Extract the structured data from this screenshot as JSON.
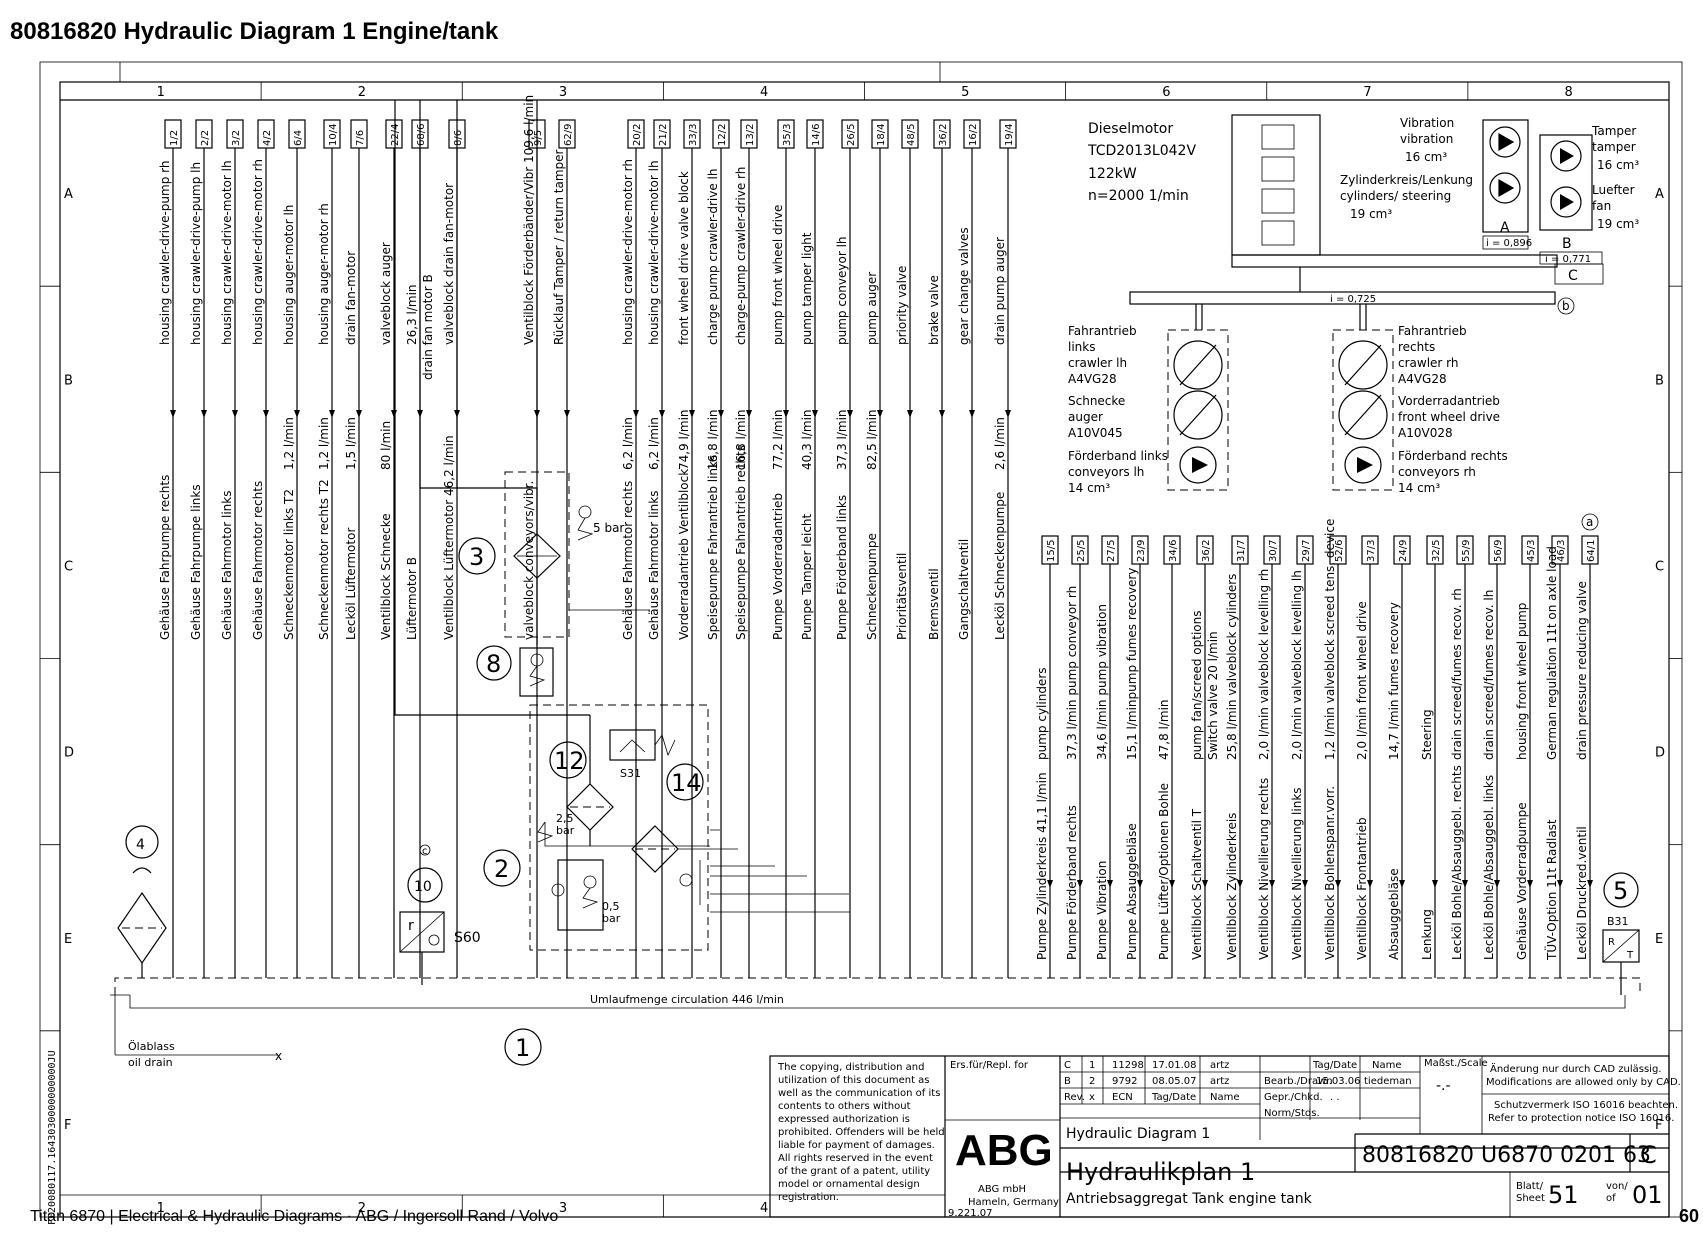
{
  "title": "80816820  Hydraulic Diagram 1 Engine/tank",
  "footer": {
    "text": "Titan 6870  |  Electrical & Hydraulic Diagrams  ·  ABG / Ingersoll Rand / Volvo",
    "page": "60"
  },
  "frame": {
    "columns": [
      "1",
      "2",
      "3",
      "4",
      "5",
      "6",
      "7",
      "8"
    ],
    "rows": [
      "A",
      "B",
      "C",
      "D",
      "E",
      "F"
    ],
    "side_code": "FF20080117.1643030000000000JU"
  },
  "top_lines": [
    {
      "ref": "1/2",
      "upper": "housing crawler-drive-pump rh",
      "lower": "Gehäuse Fahrpumpe rechts"
    },
    {
      "ref": "2/2",
      "upper": "housing crawler-drive-pump lh",
      "lower": "Gehäuse Fahrpumpe links"
    },
    {
      "ref": "3/2",
      "upper": "housing crawler-drive-motor lh",
      "lower": "Gehäuse Fahrmotor links"
    },
    {
      "ref": "4/2",
      "upper": "housing crawler-drive-motor rh",
      "lower": "Gehäuse Fahrmotor rechts"
    },
    {
      "ref": "6/4",
      "upper": "housing auger-motor lh",
      "lower": "Schneckenmotor links T2",
      "flow": "1,2 l/min"
    },
    {
      "ref": "10/4",
      "upper": "housing auger-motor rh",
      "lower": "Schneckenmotor rechts  T2",
      "flow": "1,2 l/min"
    },
    {
      "ref": "7/6",
      "upper": "drain fan-motor",
      "lower": "Lecköl Lüftermotor",
      "flow": "1,5 l/min"
    },
    {
      "ref": "22/4",
      "upper": "valveblock auger",
      "lower": "Ventilblock Schnecke",
      "flow": "80 l/min"
    },
    {
      "ref": "68/6",
      "upper": "26,3 l/min",
      "lower": "Lüftermotor B",
      "sub": "drain fan motor B"
    },
    {
      "ref": "8/6",
      "upper": "valveblock drain fan-motor",
      "lower": "Ventilblock Lüftermotor   46,2 l/min"
    },
    {
      "ref": "9/5",
      "upper": "Ventilblock Förderbänder/Vibr  109,6 l/min",
      "lower": "valveblock conveyors/vibr."
    },
    {
      "ref": "62/9",
      "upper": "Rücklauf Tamper / return tamper",
      "lower": ""
    },
    {
      "ref": "20/2",
      "upper": "housing crawler-drive-motor rh",
      "lower": "Gehäuse Fahrmotor rechts",
      "flow": "6,2 l/min"
    },
    {
      "ref": "21/2",
      "upper": "housing crawler-drive-motor lh",
      "lower": "Gehäuse Fahrmotor links",
      "flow": "6,2 l/min"
    },
    {
      "ref": "33/3",
      "upper": "front wheel drive valve block",
      "lower": "Vorderradantrieb Ventilblock",
      "flow": "74,9 l/min"
    },
    {
      "ref": "12/2",
      "upper": "charge pump crawler-drive lh",
      "lower": "Speisepumpe Fahrantrieb links",
      "flow": "16,8 l/min"
    },
    {
      "ref": "13/2",
      "upper": "charge-pump crawler-drive rh",
      "lower": "Speisepumpe Fahrantrieb rechts",
      "flow": "16,8 l/min"
    },
    {
      "ref": "35/3",
      "upper": "pump front wheel drive",
      "lower": "Pumpe Vorderradantrieb",
      "flow": "77,2 l/min"
    },
    {
      "ref": "14/6",
      "upper": "pump tamper light",
      "lower": "Pumpe Tamper leicht",
      "flow": "40,3 l/min"
    },
    {
      "ref": "26/5",
      "upper": "pump conveyor lh",
      "lower": "Pumpe Förderband links",
      "flow": "37,3 l/min"
    },
    {
      "ref": "18/4",
      "upper": "pump auger",
      "lower": "Schneckenpumpe",
      "flow": "82,5 l/min"
    },
    {
      "ref": "48/5",
      "upper": "priority valve",
      "lower": "Prioritätsventil"
    },
    {
      "ref": "36/2",
      "upper": "brake valve",
      "lower": "Bremsventil"
    },
    {
      "ref": "16/2",
      "upper": "gear change valves",
      "lower": "Gangschaltventil"
    },
    {
      "ref": "19/4",
      "upper": "drain pump auger",
      "lower": "Lecköl Schneckenpumpe",
      "flow": "2,6 l/min"
    }
  ],
  "bottom_lines": [
    {
      "ref": "15/5",
      "upper": "pump cylinders",
      "lower": "Pumpe Zylinderkreis 41,1 l/min"
    },
    {
      "ref": "25/5",
      "upper": "37,3 l/min   pump conveyor rh",
      "lower": "Pumpe Förderband rechts"
    },
    {
      "ref": "27/5",
      "upper": "34,6 l/min   pump vibration",
      "lower": "Pumpe Vibration"
    },
    {
      "ref": "23/9",
      "upper": "15,1 l/minpump fumes recovery",
      "lower": "Pumpe Absauggebläse"
    },
    {
      "ref": "34/6",
      "upper": "47,8 l/min",
      "lower": "Pumpe Lüfter/Optionen Bohle"
    },
    {
      "ref": "36/2",
      "upper": "pump fan/screed options",
      "lower": "Ventilblock Schaltventil T",
      "sub": "Switch valve   20 l/min"
    },
    {
      "ref": "31/7",
      "upper": "25,8 l/min   valveblock cylinders",
      "lower": "Ventilblock Zylinderkreis"
    },
    {
      "ref": "30/7",
      "upper": "2,0 l/min   valveblock levelling rh",
      "lower": "Ventilblock Nivellierung rechts"
    },
    {
      "ref": "29/7",
      "upper": "2,0 l/min   valveblock levelling lh",
      "lower": "Ventilblock Nivellierung links"
    },
    {
      "ref": "52/6",
      "upper": "1,2 l/min   valveblock screed tens. device",
      "lower": "Ventilblock Bohlenspanr.vorr."
    },
    {
      "ref": "37/3",
      "upper": "2,0 l/min   front wheel drive",
      "lower": "Ventilblock Frontantrieb"
    },
    {
      "ref": "24/9",
      "upper": "14,7 l/min   fumes recovery",
      "lower": "Absauggebläse"
    },
    {
      "ref": "32/5",
      "upper": "Steering",
      "lower": "Lenkung"
    },
    {
      "ref": "55/9",
      "upper": "drain screed/fumes recov. rh",
      "lower": "Lecköl Bohle/Absauggebl. rechts"
    },
    {
      "ref": "56/9",
      "upper": "drain screed/fumes recov. lh",
      "lower": "Lecköl Bohle/Absauggebl. links"
    },
    {
      "ref": "45/3",
      "upper": "housing front wheel pump",
      "lower": "Gehäuse Vorderradpumpe"
    },
    {
      "ref": "46/3",
      "upper": "German  regulation 11t on axle load",
      "lower": "TÜV-Option 11t Radlast"
    },
    {
      "ref": "64/1",
      "upper": "drain pressure reducing valve",
      "lower": "Lecköl Druckred.ventil"
    }
  ],
  "engine": {
    "name": "Dieselmotor",
    "model": "TCD2013L042V",
    "power": "122kW",
    "speed": "n=2000 1/min"
  },
  "pump_groups": {
    "a": {
      "label_1": "Vibration",
      "label_2": "vibration",
      "vol_1": "16 cm³",
      "label_3": "Zylinderkreis/Lenkung",
      "label_4": "cylinders/  steering",
      "vol_2": "19 cm³",
      "letter": "A",
      "ratio": "i = 0,896"
    },
    "b": {
      "label_1": "Tamper",
      "label_2": "tamper",
      "vol_1": "16 cm³",
      "label_3": "Luefter",
      "label_4": "fan",
      "vol_2": "19 cm³",
      "letter": "B",
      "ratio": "i = 0,771",
      "letter_c": "C",
      "mark": "b"
    },
    "main_ratio": "i = 0,725"
  },
  "left_pumps": [
    {
      "line1": "Fahrantrieb",
      "line2": "links",
      "line3": "crawler lh",
      "line4": "A4VG28"
    },
    {
      "line1": "Schnecke",
      "line2": "auger",
      "line3": "A10V045",
      "line4": ""
    },
    {
      "line1": "Förderband links",
      "line2": "conveyors lh",
      "line3": "14 cm³",
      "line4": ""
    }
  ],
  "right_pumps": [
    {
      "line1": "Fahrantrieb",
      "line2": "rechts",
      "line3": "crawler rh",
      "line4": "A4VG28"
    },
    {
      "line1": "Vorderradantrieb",
      "line2": "front wheel drive",
      "line3": "A10V028",
      "line4": ""
    },
    {
      "line1": "Förderband rechts",
      "line2": "conveyors rh",
      "line3": "14 cm³",
      "line4": ""
    }
  ],
  "components": {
    "n1": "1",
    "n2": "2",
    "n3": "3",
    "n4": "4",
    "n5": "5",
    "n8": "8",
    "n10": "10",
    "n12": "12",
    "n14": "14",
    "mark_a": "a",
    "mark_c": "c",
    "valve_5bar": "5 bar",
    "valve_25bar": "2,5",
    "valve_25bar_unit": "bar",
    "valve_05bar": "0,5",
    "valve_05bar_unit": "bar",
    "s31": "S31",
    "s60": "S60",
    "b31": "B31",
    "b31_r": "R",
    "b31_t": "T",
    "circulation": "Umlaufmenge circulation 446 l/min",
    "oil_drain_de": "Ölablass",
    "oil_drain_en": "oil drain"
  },
  "title_block": {
    "notice": [
      "The copying, distribution and",
      "utilization of this document as",
      "well as the communication of its",
      "contents to others without",
      "expressed authorization is",
      "prohibited. Offenders will be held",
      "liable for payment of damages.",
      "All rights reserved in the event",
      "of the grant of a patent, utility",
      "model or ornamental design",
      "registration."
    ],
    "ers_label": "Ers.für/Repl. for",
    "revisions": [
      {
        "rev": "C",
        "n": "1",
        "ecn": "11298",
        "date": "17.01.08",
        "name": "artz"
      },
      {
        "rev": "B",
        "n": "2",
        "ecn": "9792",
        "date": "08.05.07",
        "name": "artz"
      },
      {
        "rev": "Rev.",
        "n": "x",
        "ecn": "ECN",
        "date": "Tag/Date",
        "name": "Name"
      }
    ],
    "bearb_label": "Bearb./Drawn",
    "gepr_label": "Gepr./Chkd.",
    "norm_label": "Norm/Stds.",
    "tagdate_label": "Tag/Date",
    "name_label": "Name",
    "drawn_date": "15.03.06",
    "drawn_name": "tiedeman",
    "chkd_date": ". .",
    "scale_label": "Maßst./Scale",
    "scale_value": "-.-",
    "cad_note_1": "Änderung nur durch CAD zulässig.",
    "cad_note_2": "Modifications are allowed only by CAD.",
    "iso_note_1": "Schutzvermerk ISO 16016 beachten.",
    "iso_note_2": "Refer to protection notice ISO 16016.",
    "logo": "ABG",
    "company_1": "ABG mbH",
    "company_2": "Hameln, Germany",
    "form_code": "9.221.07",
    "title_en": "Hydraulic Diagram 1",
    "title_de": "Hydraulikplan 1",
    "subtitle": "Antriebsaggregat Tank  engine tank",
    "drawing_no": "80816820  U6870 0201 63",
    "revision": "C",
    "sheet_label_1": "Blatt/",
    "sheet_label_2": "Sheet",
    "sheet": "51",
    "of_label_1": "von/",
    "of_label_2": "of",
    "sheets": "01"
  }
}
